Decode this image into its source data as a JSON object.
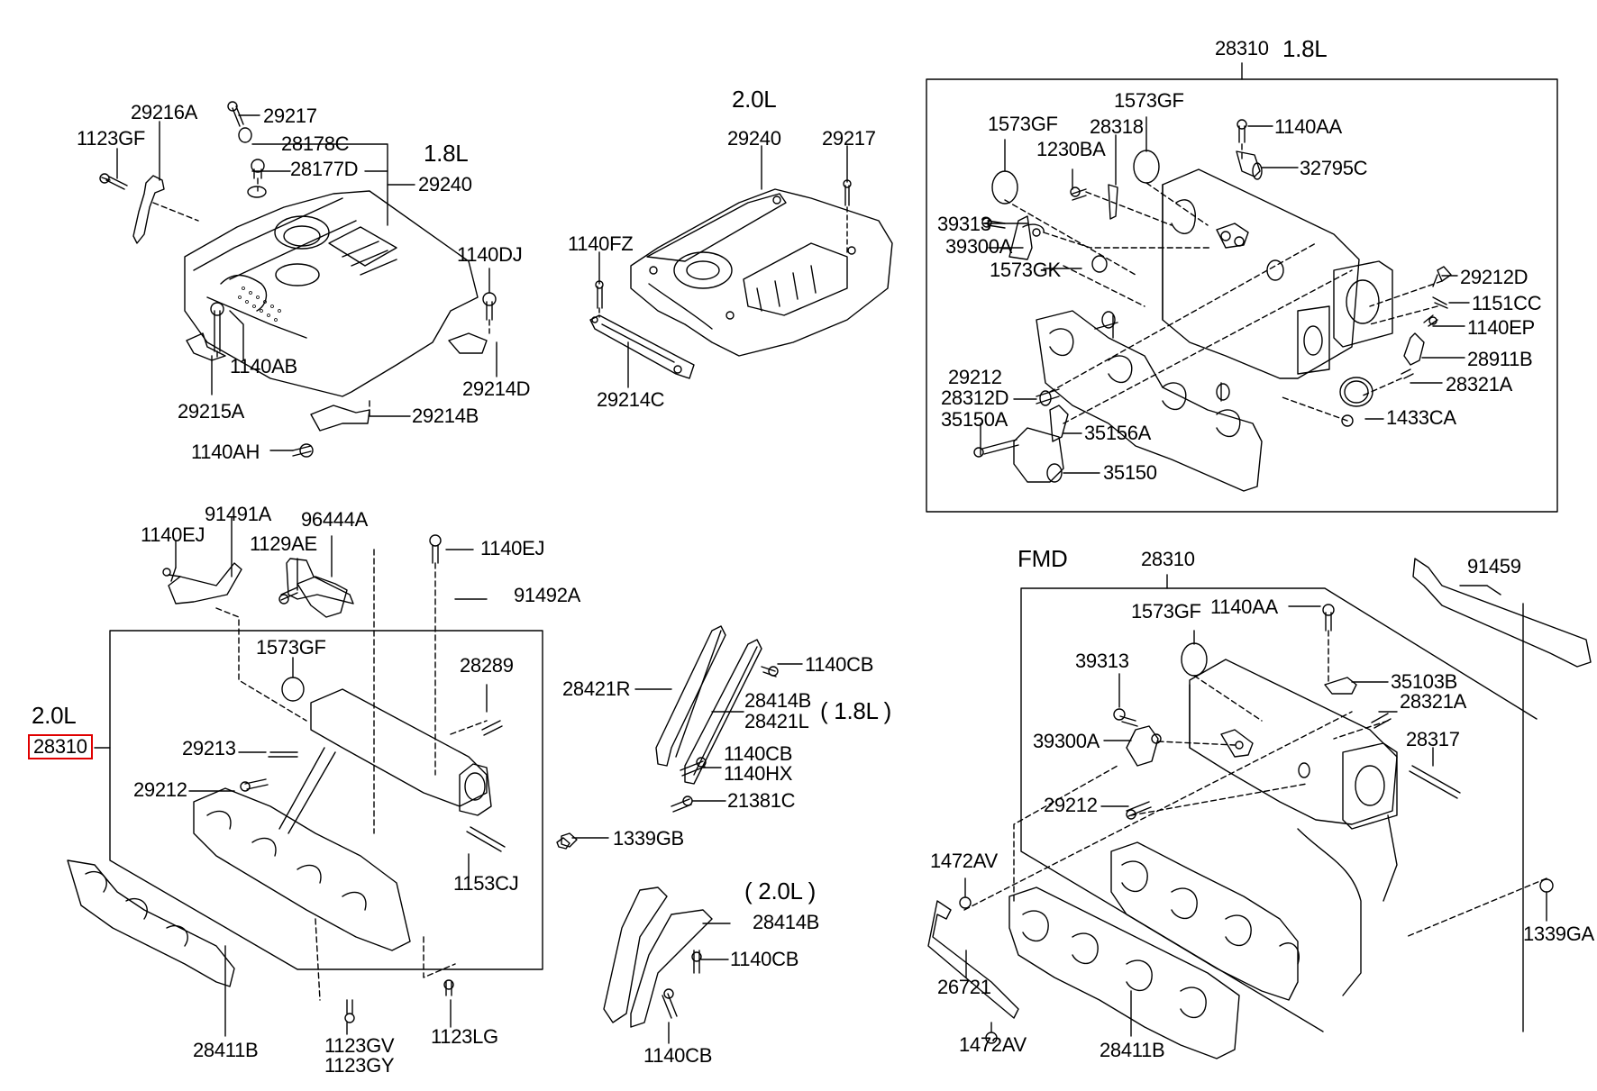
{
  "title": "Intake manifold & engine cover exploded parts diagram",
  "highlight_color": "#e00000",
  "line_color": "#000000",
  "background_color": "#ffffff",
  "sections": {
    "engine_cover_18": {
      "variant": "1.8L",
      "labels": [
        {
          "id": "29216A",
          "text": "29216A"
        },
        {
          "id": "1123GF",
          "text": "1123GF"
        },
        {
          "id": "29217",
          "text": "29217"
        },
        {
          "id": "28178C",
          "text": "28178C"
        },
        {
          "id": "28177D",
          "text": "28177D"
        },
        {
          "id": "29240",
          "text": "29240"
        },
        {
          "id": "1140DJ",
          "text": "1140DJ"
        },
        {
          "id": "1140AB",
          "text": "1140AB"
        },
        {
          "id": "29215A",
          "text": "29215A"
        },
        {
          "id": "29214D",
          "text": "29214D"
        },
        {
          "id": "29214B",
          "text": "29214B"
        },
        {
          "id": "1140AH",
          "text": "1140AH"
        }
      ]
    },
    "engine_cover_20": {
      "variant": "2.0L",
      "labels": [
        {
          "id": "29240",
          "text": "29240"
        },
        {
          "id": "29217",
          "text": "29217"
        },
        {
          "id": "1140FZ",
          "text": "1140FZ"
        },
        {
          "id": "29214C",
          "text": "29214C"
        }
      ]
    },
    "manifold_18": {
      "part_number": "28310",
      "variant": "1.8L",
      "labels": [
        {
          "id": "1573GF-a",
          "text": "1573GF"
        },
        {
          "id": "1573GF-b",
          "text": "1573GF"
        },
        {
          "id": "28318",
          "text": "28318"
        },
        {
          "id": "1230BA",
          "text": "1230BA"
        },
        {
          "id": "1140AA",
          "text": "1140AA"
        },
        {
          "id": "32795C",
          "text": "32795C"
        },
        {
          "id": "39313",
          "text": "39313"
        },
        {
          "id": "39300A",
          "text": "39300A"
        },
        {
          "id": "1573GK",
          "text": "1573GK"
        },
        {
          "id": "29212D",
          "text": "29212D"
        },
        {
          "id": "1151CC",
          "text": "1151CC"
        },
        {
          "id": "1140EP",
          "text": "1140EP"
        },
        {
          "id": "28911B",
          "text": "28911B"
        },
        {
          "id": "28321A",
          "text": "28321A"
        },
        {
          "id": "29212",
          "text": "29212"
        },
        {
          "id": "28312D",
          "text": "28312D"
        },
        {
          "id": "35150A",
          "text": "35150A"
        },
        {
          "id": "35156A",
          "text": "35156A"
        },
        {
          "id": "1433CA",
          "text": "1433CA"
        },
        {
          "id": "35150",
          "text": "35150"
        }
      ]
    },
    "manifold_20": {
      "part_number": "28310",
      "variant": "2.0L",
      "highlighted": true,
      "labels": [
        {
          "id": "1140EJ-a",
          "text": "1140EJ"
        },
        {
          "id": "91491A",
          "text": "91491A"
        },
        {
          "id": "1129AE",
          "text": "1129AE"
        },
        {
          "id": "96444A",
          "text": "96444A"
        },
        {
          "id": "1140EJ-b",
          "text": "1140EJ"
        },
        {
          "id": "91492A",
          "text": "91492A"
        },
        {
          "id": "1573GF",
          "text": "1573GF"
        },
        {
          "id": "28289",
          "text": "28289"
        },
        {
          "id": "29213",
          "text": "29213"
        },
        {
          "id": "29212",
          "text": "29212"
        },
        {
          "id": "1153CJ",
          "text": "1153CJ"
        },
        {
          "id": "28411B",
          "text": "28411B"
        },
        {
          "id": "1123GV",
          "text": "1123GV"
        },
        {
          "id": "1123GY",
          "text": "1123GY"
        },
        {
          "id": "1123LG",
          "text": "1123LG"
        }
      ]
    },
    "stays": {
      "labels": [
        {
          "id": "28421R",
          "text": "28421R"
        },
        {
          "id": "1140CB-a",
          "text": "1140CB"
        },
        {
          "id": "28414B-a",
          "text": "28414B"
        },
        {
          "id": "28421L",
          "text": "28421L"
        },
        {
          "id": "variant-18",
          "text": "( 1.8L )"
        },
        {
          "id": "1140CB-b",
          "text": "1140CB"
        },
        {
          "id": "1140HX",
          "text": "1140HX"
        },
        {
          "id": "21381C",
          "text": "21381C"
        },
        {
          "id": "1339GB",
          "text": "1339GB"
        },
        {
          "id": "variant-20",
          "text": "( 2.0L )"
        },
        {
          "id": "28414B-b",
          "text": "28414B"
        },
        {
          "id": "1140CB-c",
          "text": "1140CB"
        },
        {
          "id": "1140CB-d",
          "text": "1140CB"
        }
      ]
    },
    "manifold_fmd": {
      "part_number": "28310",
      "variant": "FMD",
      "labels": [
        {
          "id": "1573GF",
          "text": "1573GF"
        },
        {
          "id": "1140AA",
          "text": "1140AA"
        },
        {
          "id": "91459",
          "text": "91459"
        },
        {
          "id": "39313",
          "text": "39313"
        },
        {
          "id": "35103B",
          "text": "35103B"
        },
        {
          "id": "28321A",
          "text": "28321A"
        },
        {
          "id": "39300A",
          "text": "39300A"
        },
        {
          "id": "28317",
          "text": "28317"
        },
        {
          "id": "29212",
          "text": "29212"
        },
        {
          "id": "1472AV-a",
          "text": "1472AV"
        },
        {
          "id": "1339GA",
          "text": "1339GA"
        },
        {
          "id": "26721",
          "text": "26721"
        },
        {
          "id": "1472AV-b",
          "text": "1472AV"
        },
        {
          "id": "28411B",
          "text": "28411B"
        }
      ]
    }
  }
}
